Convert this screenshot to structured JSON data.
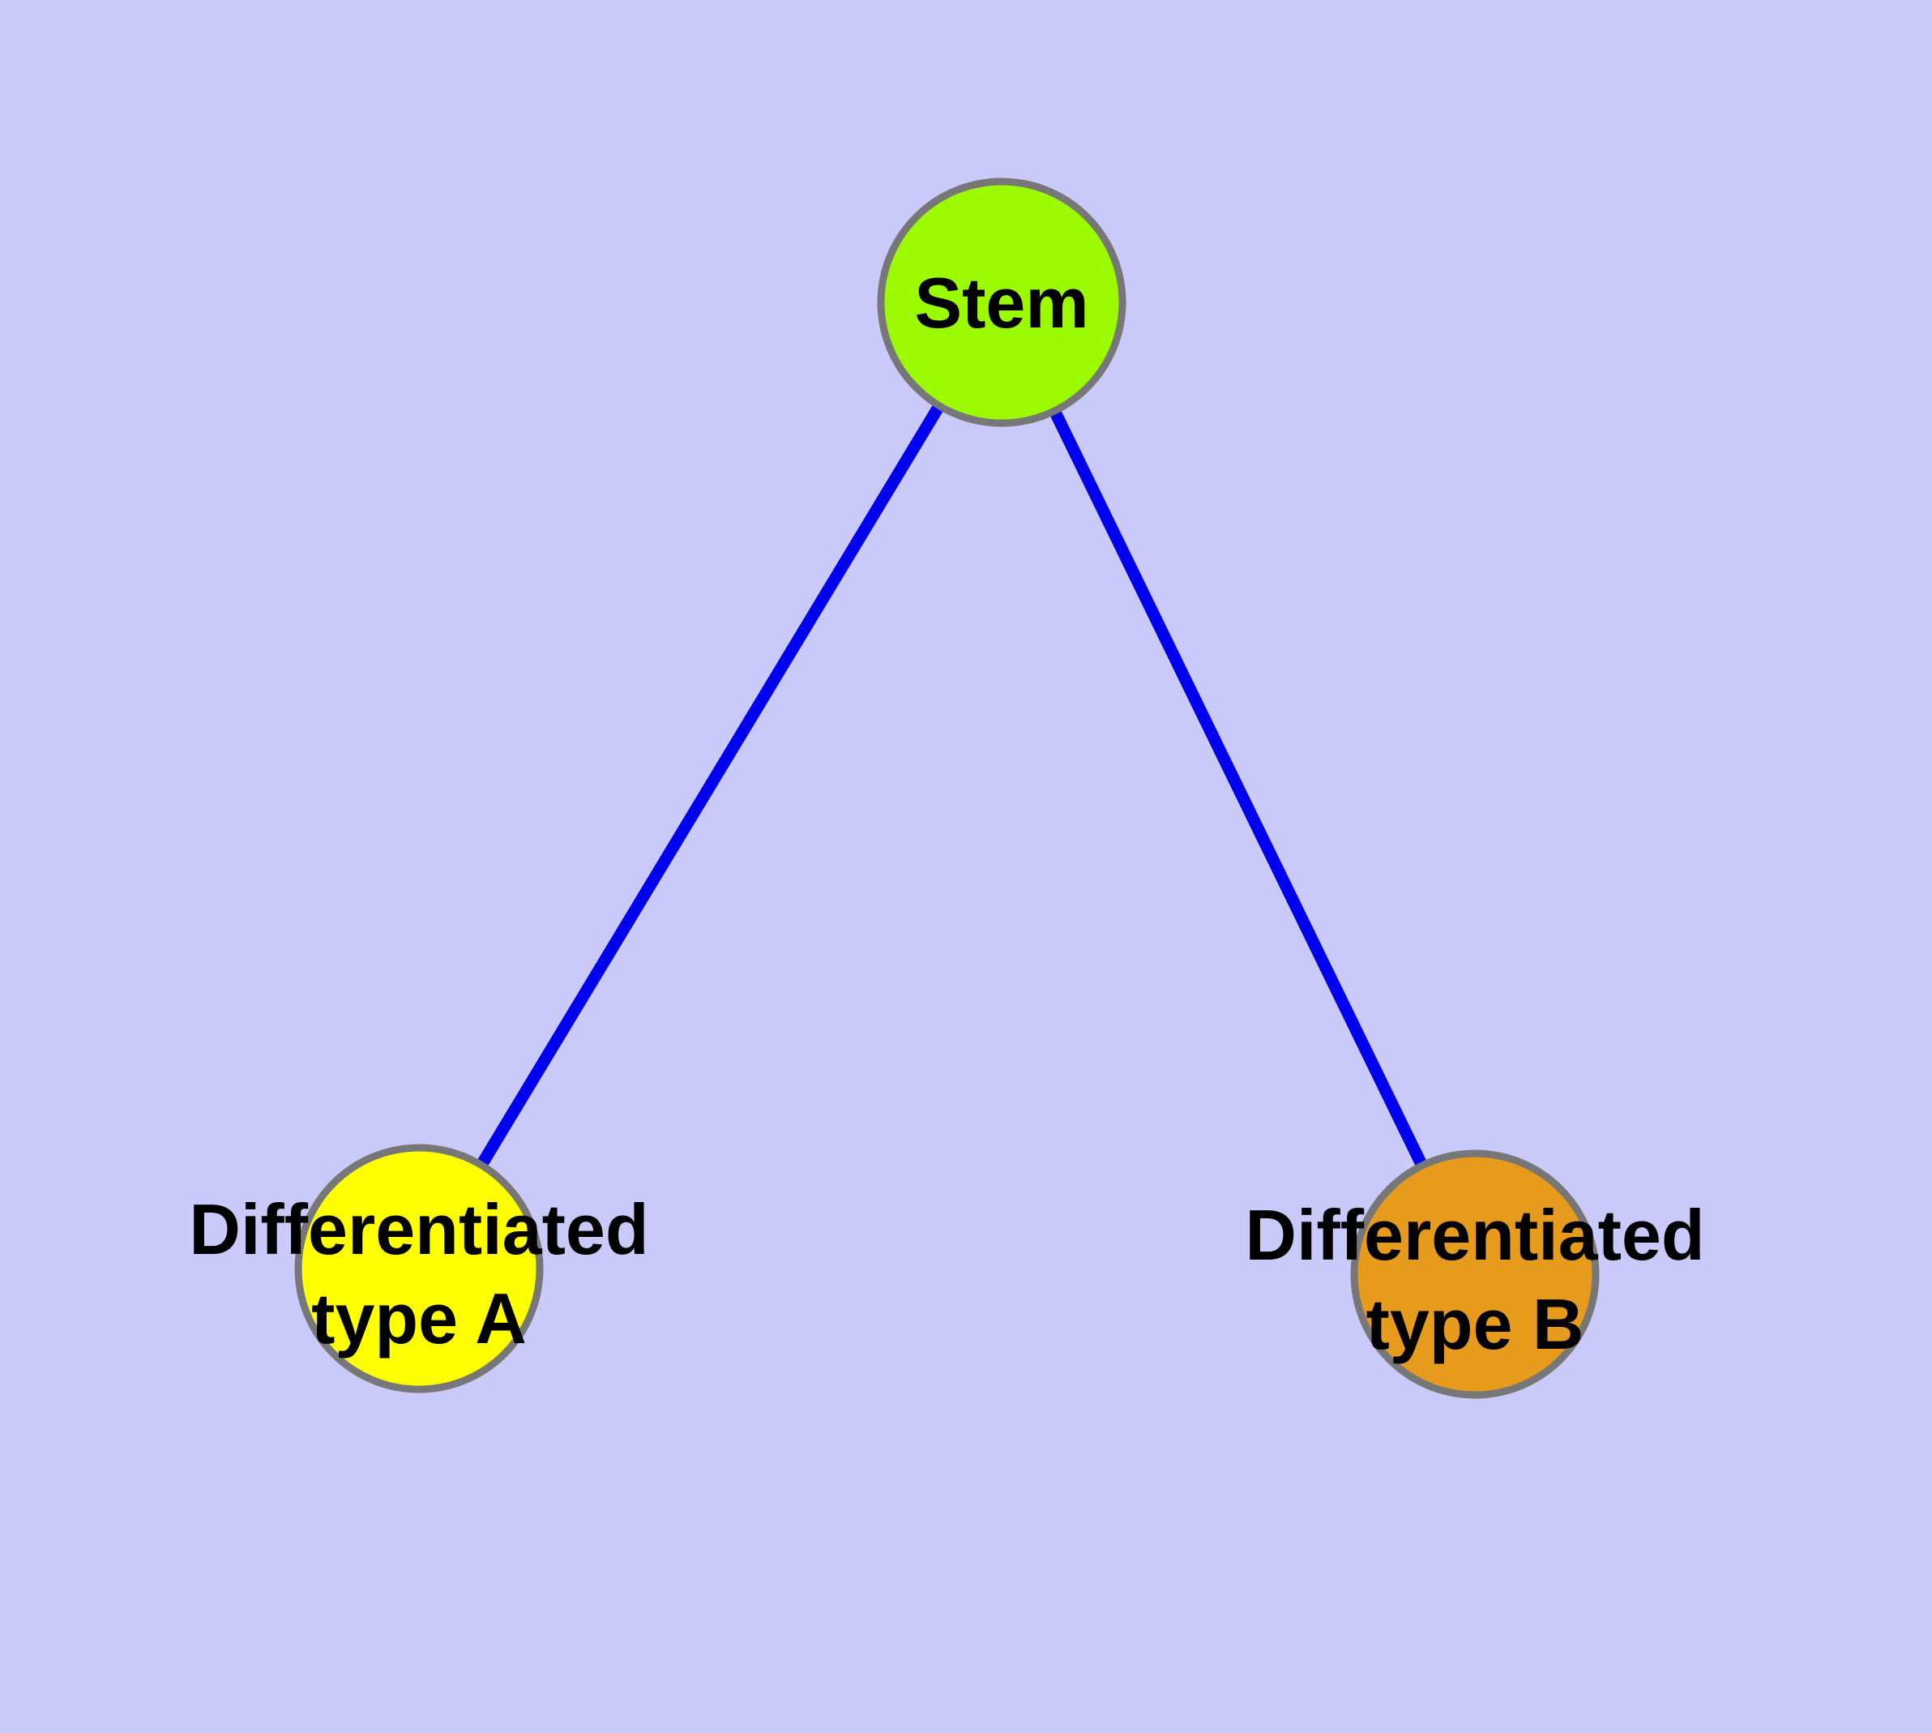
{
  "diagram": {
    "background_color": "#CACAFA",
    "edge_color": "#0000EE",
    "node_border_color": "#777777",
    "label_color": "#000000",
    "nodes": {
      "stem": {
        "label": "Stem",
        "fill": "#9BFA00"
      },
      "diff_a": {
        "label": "Differentiated type A",
        "line1": "Differentiated",
        "line2": "type A",
        "fill": "#FFFF00"
      },
      "diff_b": {
        "label": "Differentiated type B",
        "line1": "Differentiated",
        "line2": "type B",
        "fill": "#E79B1D"
      }
    },
    "edges": [
      {
        "from": "Stem",
        "to": "Differentiated type A"
      },
      {
        "from": "Stem",
        "to": "Differentiated type B"
      }
    ]
  }
}
